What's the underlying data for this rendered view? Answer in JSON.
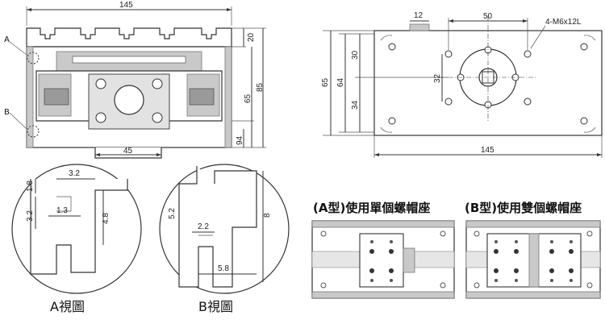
{
  "front_view": {
    "dim_width": "145",
    "dim_bottom": "45",
    "dim_h20": "20",
    "dim_h65": "65",
    "dim_h85": "85",
    "dim_h94": "94",
    "callout_a": "A",
    "callout_b": "B"
  },
  "side_view": {
    "dim_12": "12",
    "dim_50": "50",
    "dim_thread": "4-M6x12L",
    "dim_30": "30",
    "dim_32": "32",
    "dim_34": "34",
    "dim_64": "64",
    "dim_65": "65",
    "dim_145": "145"
  },
  "detail_a": {
    "dim_32": "3.2",
    "dim_18": "1.8",
    "dim_32v": "3.2",
    "dim_13": "1.3",
    "dim_48": "4.8",
    "caption": "A視圖"
  },
  "detail_b": {
    "dim_52": "5.2",
    "dim_22": "2.2",
    "dim_8": "8",
    "dim_58": "5.8",
    "caption": "B視圖"
  },
  "type_a": {
    "title": "(A型)使用單個螺帽座"
  },
  "type_b": {
    "title": "(B型)使用雙個螺帽座"
  }
}
